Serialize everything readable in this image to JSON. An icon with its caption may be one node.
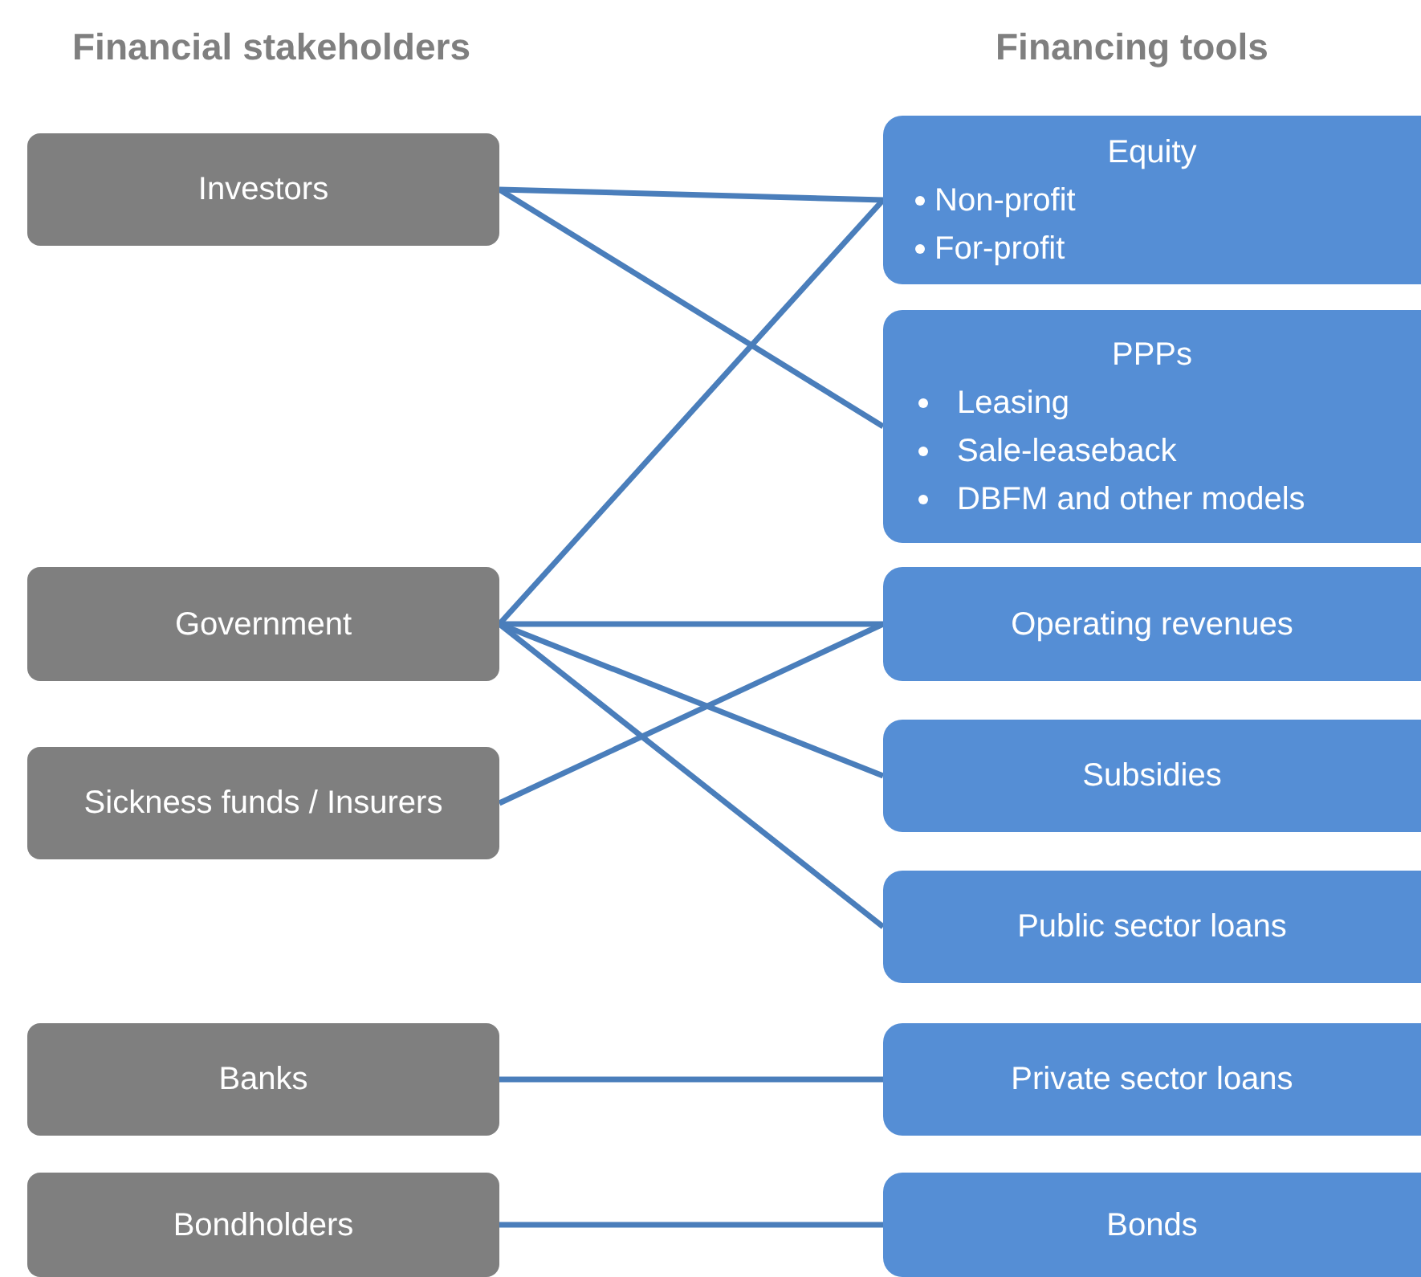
{
  "diagram": {
    "nodes": [
      {
        "text": [
          "Investors"
        ]
      },
      {
        "text": [
          "Government"
        ]
      },
      {
        "text": [
          "Sickness funds / Insurers"
        ]
      },
      {
        "text": [
          "Banks"
        ]
      },
      {
        "text": [
          "Bondholders"
        ]
      },
      {
        "text": [
          "Equity",
          "Non-profit",
          "For-profit"
        ]
      },
      {
        "text": [
          "PPPs",
          "Leasing",
          "Sale-leaseback",
          "DBFM and other models"
        ]
      },
      {
        "text": [
          "Operating revenues"
        ]
      },
      {
        "text": [
          "Subsidies"
        ]
      },
      {
        "text": [
          "Public sector loans"
        ]
      },
      {
        "text": [
          "Private sector loans"
        ]
      },
      {
        "text": [
          "Bonds"
        ]
      }
    ],
    "edges": [
      {
        "from": 0,
        "to": 5,
        "arrow": "none"
      },
      {
        "from": 0,
        "to": 6,
        "arrow": "none"
      },
      {
        "from": 1,
        "to": 5,
        "arrow": "none"
      },
      {
        "from": 1,
        "to": 7,
        "arrow": "none"
      },
      {
        "from": 1,
        "to": 8,
        "arrow": "none"
      },
      {
        "from": 1,
        "to": 9,
        "arrow": "none"
      },
      {
        "from": 2,
        "to": 7,
        "arrow": "none"
      },
      {
        "from": 3,
        "to": 10,
        "arrow": "none"
      },
      {
        "from": 4,
        "to": 11,
        "arrow": "none"
      }
    ],
    "labels": [
      "Financial stakeholders",
      "Financing tools"
    ]
  }
}
